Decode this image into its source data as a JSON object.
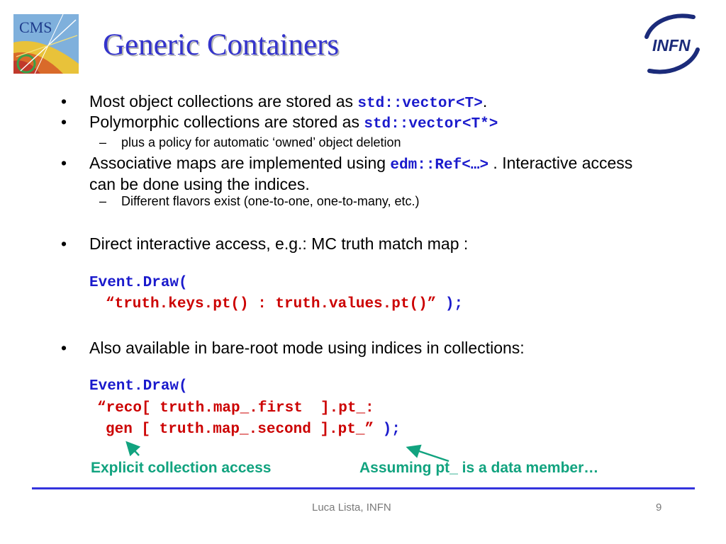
{
  "title": "Generic Containers",
  "logos": {
    "left": "CMS",
    "right": "INFN"
  },
  "bullets": [
    {
      "mark": "•",
      "pre": "Most object collections are stored as ",
      "code": "std::vector<T>",
      "post": "."
    },
    {
      "mark": "•",
      "pre": "Polymorphic collections are stored as ",
      "code": "std::vector<T*>"
    },
    {
      "mark": "–",
      "text": "plus a policy for automatic ‘owned’ object deletion"
    },
    {
      "mark": "•",
      "pre": "Associative maps are implemented using ",
      "code": "edm::Ref<…>",
      "post": " . Interactive access can be done using the indices."
    },
    {
      "mark": "–",
      "text": "Different flavors exist (one-to-one, one-to-many, etc.)"
    },
    {
      "mark": "•",
      "text": "Direct interactive access, e.g.: MC truth match map :"
    },
    {
      "mark": "•",
      "text": "Also available in bare-root mode using indices in collections:"
    }
  ],
  "code_block_1": {
    "line1": "Event.Draw(",
    "line2": "“truth.keys.pt() : truth.values.pt()”",
    "line2_end": " );"
  },
  "code_block_2": {
    "line1": "Event.Draw(",
    "line2": "“reco[ truth.map_.first  ].pt_:",
    "line3": "gen [ truth.map_.second ].pt_”",
    "line3_end": " );"
  },
  "annotations": {
    "left": "Explicit collection access",
    "right": "Assuming pt_ is  a data member…"
  },
  "footer": {
    "author": "Luca Lista, INFN",
    "page": "9"
  },
  "colors": {
    "title": "#3333cc",
    "code": "#1a1acc",
    "string": "#cc0000",
    "annotation": "#11a37f",
    "rule": "#3333dd"
  }
}
